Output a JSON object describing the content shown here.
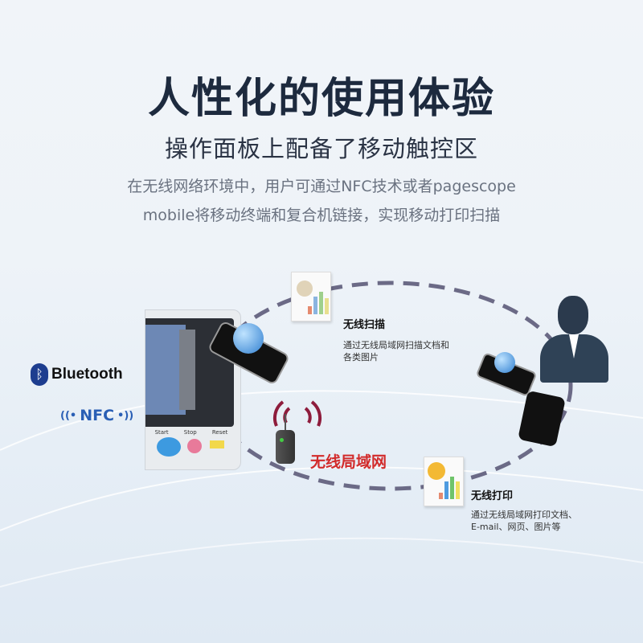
{
  "title": "人性化的使用体验",
  "subtitle": "操作面板上配备了移动触控区",
  "description": [
    "在无线网络环境中，用户可通过NFC技术或者pagescope",
    "mobile将移动终端和复合机链接，实现移动打印扫描"
  ],
  "badges": {
    "bluetooth": "Bluetooth",
    "nfc": "NFC"
  },
  "panel": {
    "buttons": [
      "Start",
      "Stop",
      "Reset"
    ]
  },
  "scan": {
    "title": "无线扫描",
    "text": [
      "通过无线局域网扫描文档和",
      "各类图片"
    ]
  },
  "lan": "无线局域网",
  "print": {
    "title": "无线打印",
    "text": [
      "通过无线局域网打印文档、",
      "E-mail、网页、图片等"
    ]
  },
  "colors": {
    "dash": "#6b6a86",
    "lan": "#d22b2b",
    "bluetooth": "#1d3d8f",
    "nfc": "#2a5fb5"
  }
}
